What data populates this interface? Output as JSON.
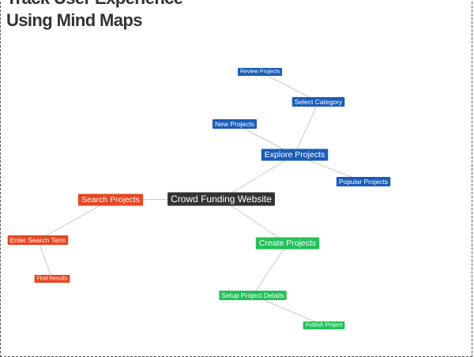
{
  "headline": {
    "line1": "Track User Experience",
    "line2": "Using Mind Maps"
  },
  "colors": {
    "root": "#333333",
    "explore": "#1a5cb8",
    "search": "#e8461f",
    "create": "#22c05a",
    "edge": "#c8c8c8",
    "frame": "#555555"
  },
  "mind_map": {
    "root": {
      "label": "Crowd Funding Website",
      "color": "root"
    },
    "nodes": [
      {
        "id": "explore",
        "label": "Explore Projects",
        "parent": "root",
        "color": "explore",
        "level": 1
      },
      {
        "id": "select-category",
        "label": "Select Category",
        "parent": "explore",
        "color": "explore",
        "level": 2
      },
      {
        "id": "review-projects",
        "label": "Review Projects",
        "parent": "select-category",
        "color": "explore",
        "level": 3
      },
      {
        "id": "new-projects",
        "label": "New Projects",
        "parent": "explore",
        "color": "explore",
        "level": 2
      },
      {
        "id": "popular-projects",
        "label": "Popular Projects",
        "parent": "explore",
        "color": "explore",
        "level": 2
      },
      {
        "id": "search",
        "label": "Search Projects",
        "parent": "root",
        "color": "search",
        "level": 1
      },
      {
        "id": "enter-search-term",
        "label": "Enter Search Term",
        "parent": "search",
        "color": "search",
        "level": 2
      },
      {
        "id": "find-results",
        "label": "Find Results",
        "parent": "enter-search-term",
        "color": "search",
        "level": 3
      },
      {
        "id": "create",
        "label": "Create Projects",
        "parent": "root",
        "color": "create",
        "level": 1
      },
      {
        "id": "setup-details",
        "label": "Setup Project Details",
        "parent": "create",
        "color": "create",
        "level": 2
      },
      {
        "id": "publish-project",
        "label": "Publish Project",
        "parent": "setup-details",
        "color": "create",
        "level": 3
      }
    ]
  }
}
